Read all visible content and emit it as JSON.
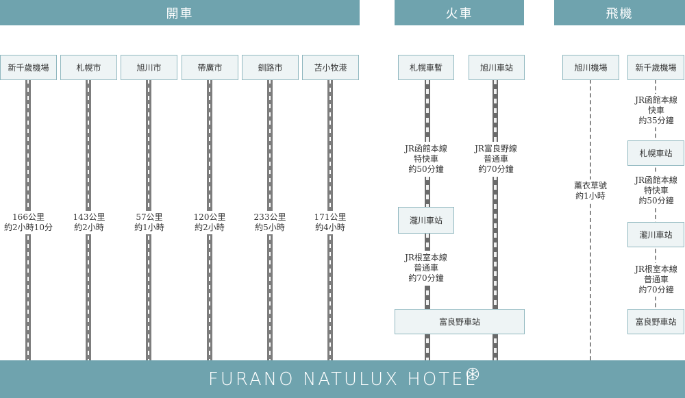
{
  "sections": {
    "car": "開車",
    "train": "火車",
    "plane": "飛機"
  },
  "car_routes": [
    {
      "origin": "新千歲機場",
      "info": "166公里\n約2小時10分"
    },
    {
      "origin": "札幌市",
      "info": "143公里\n約2小時"
    },
    {
      "origin": "旭川市",
      "info": "57公里\n約1小時"
    },
    {
      "origin": "帶廣市",
      "info": "120公里\n約2小時"
    },
    {
      "origin": "釧路市",
      "info": "233公里\n約5小時"
    },
    {
      "origin": "苫小牧港",
      "info": "171公里\n約4小時"
    }
  ],
  "train": {
    "sapporo_station": "札幌車暫",
    "asahikawa_station": "旭川車站",
    "sapporo_leg": "JR函館本線\n特快車\n約50分鐘",
    "asahikawa_leg": "JR富良野線\n普通車\n約70分鐘",
    "takikawa_station": "瀧川車站",
    "takikawa_leg": "JR根室本線\n普通車\n約70分鐘",
    "furano_station": "富良野車站"
  },
  "plane": {
    "asahikawa_airport": "旭川機場",
    "asahikawa_airport_leg": "薰衣草號\n約1小時",
    "new_chitose": "新千歲機場",
    "leg1": "JR函館本線\n快車\n約35分鐘",
    "sapporo_station": "札幌車站",
    "leg2": "JR函館本線\n特快車\n約50分鐘",
    "takikawa_station": "瀧川車站",
    "leg3": "JR根室本線\n普通車\n約70分鐘",
    "furano_station": "富良野車站"
  },
  "footer": {
    "brand": "FURANO NATULUX HOTEL",
    "brand_icon": "snowflake-icon"
  }
}
